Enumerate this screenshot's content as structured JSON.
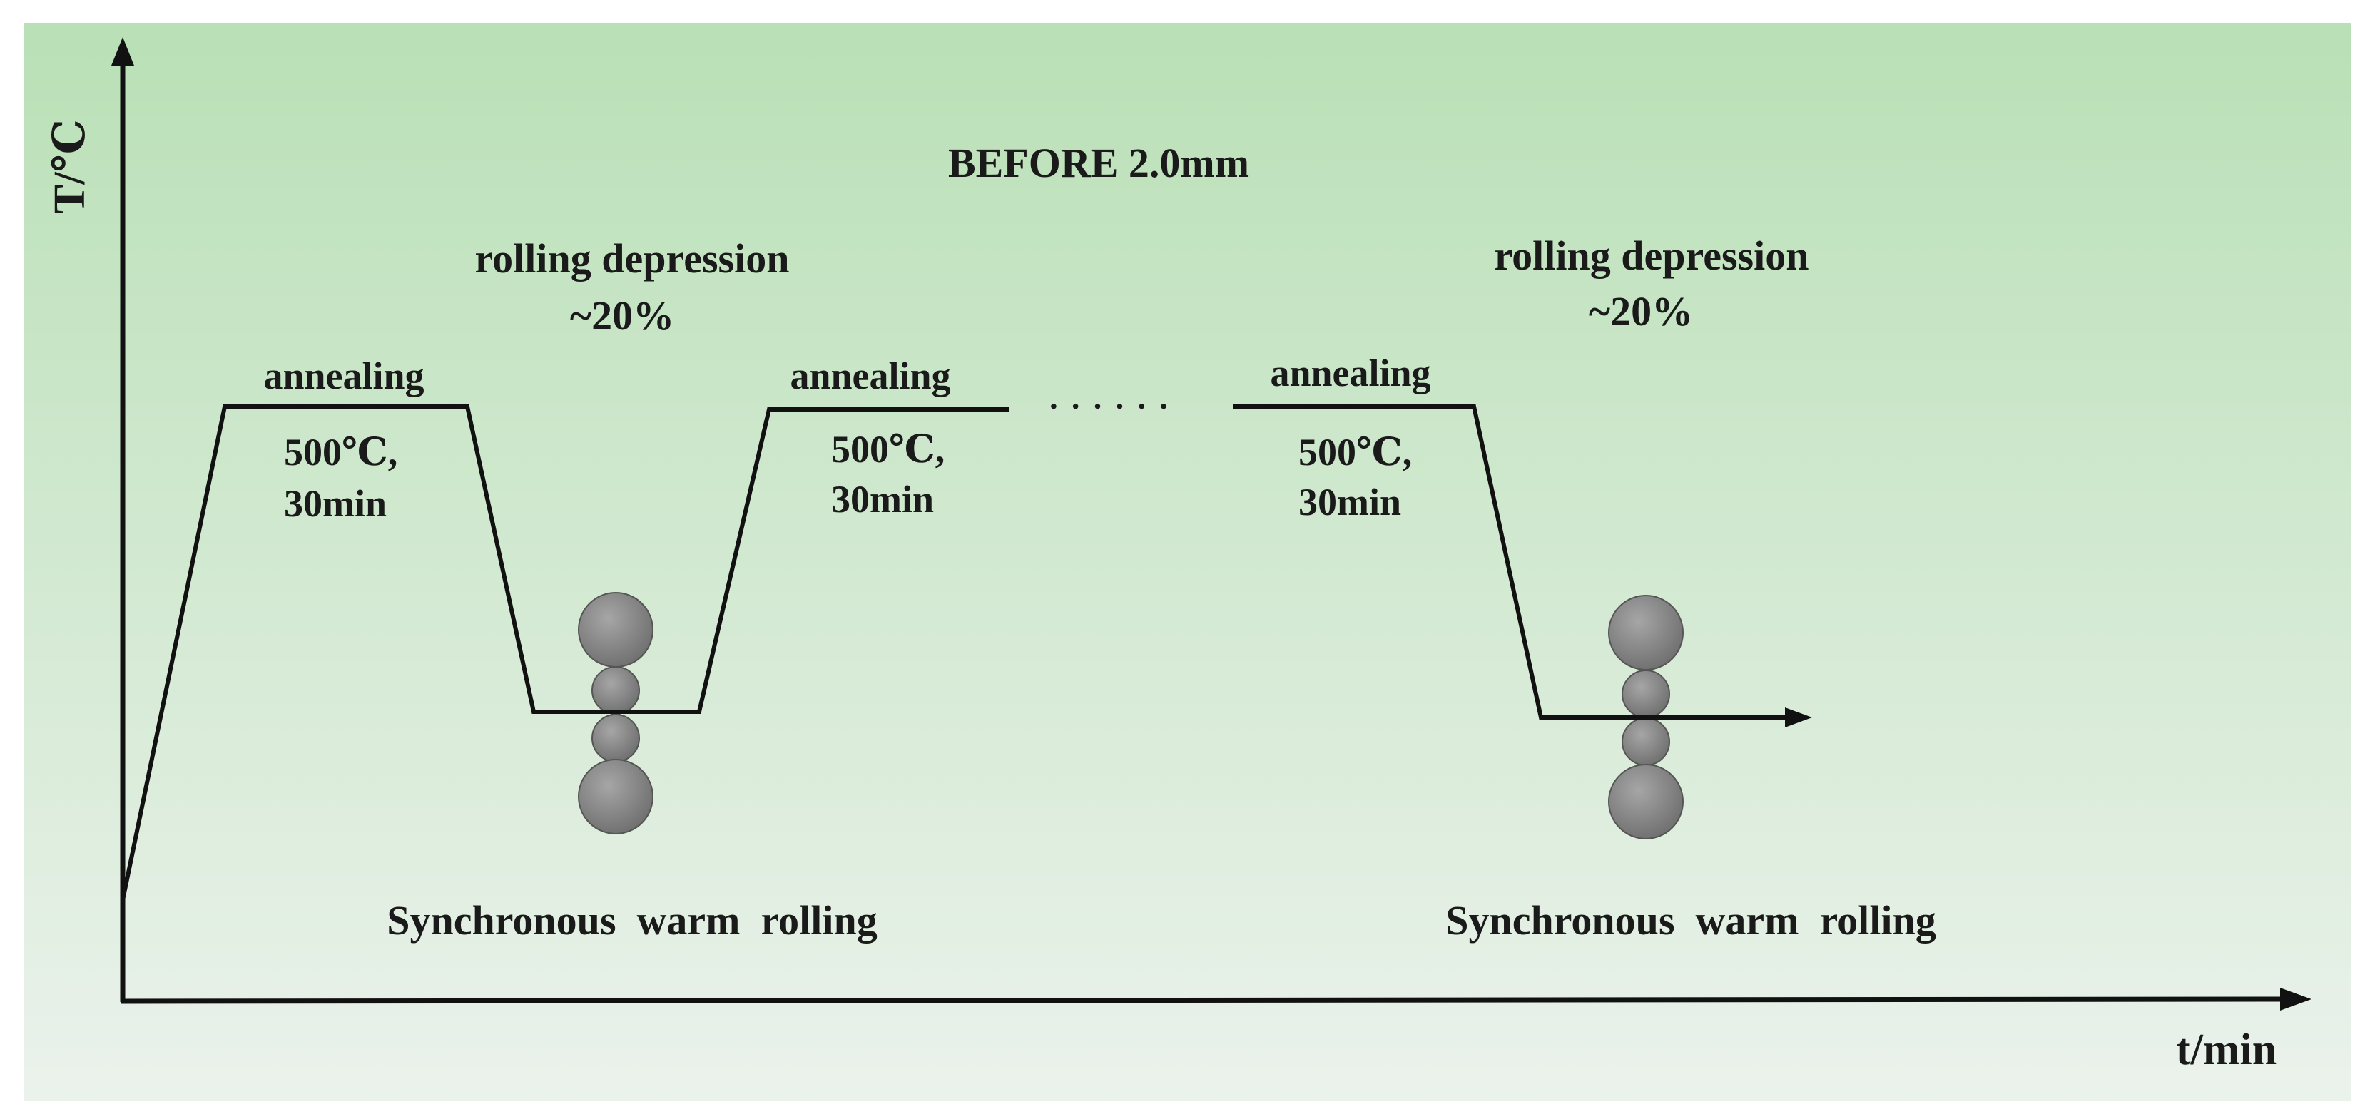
{
  "title": "BEFORE 2.0mm",
  "axes": {
    "y_label": "T/℃",
    "x_label": "t/min"
  },
  "stages": [
    {
      "name": "annealing",
      "condition_line1": "500℃,",
      "condition_line2": "30min"
    },
    {
      "name": "annealing",
      "condition_line1": "500℃,",
      "condition_line2": "30min"
    },
    {
      "name": "annealing",
      "condition_line1": "500℃,",
      "condition_line2": "30min"
    }
  ],
  "rolling": [
    {
      "label_line1": "rolling depression",
      "label_line2": "~20%",
      "process": "Synchronous  warm  rolling"
    },
    {
      "label_line1": "rolling depression",
      "label_line2": "~20%",
      "process": "Synchronous  warm  rolling"
    }
  ],
  "ellipsis": "· · · · · ·",
  "colors": {
    "background_top": "#b9e0b6",
    "background_bottom": "#ebf2ec",
    "line": "#111111",
    "roll_fill_light": "#a6a6a6",
    "roll_fill_dark": "#6e6e6e"
  }
}
